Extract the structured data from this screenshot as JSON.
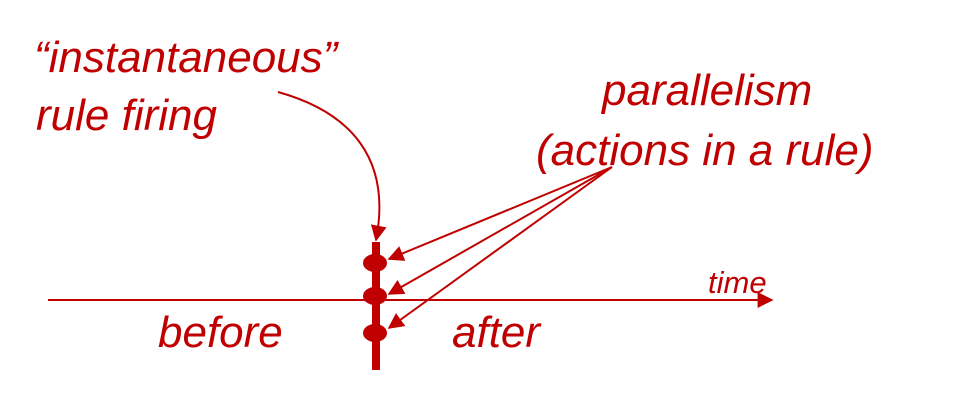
{
  "labels": {
    "instantaneous": "“instantaneous”",
    "rule_firing": "rule firing",
    "parallelism": "parallelism",
    "actions_in_rule": "(actions in a rule)",
    "time": "time",
    "before": "before",
    "after": "after"
  },
  "colors": {
    "accent": "#c00000"
  }
}
